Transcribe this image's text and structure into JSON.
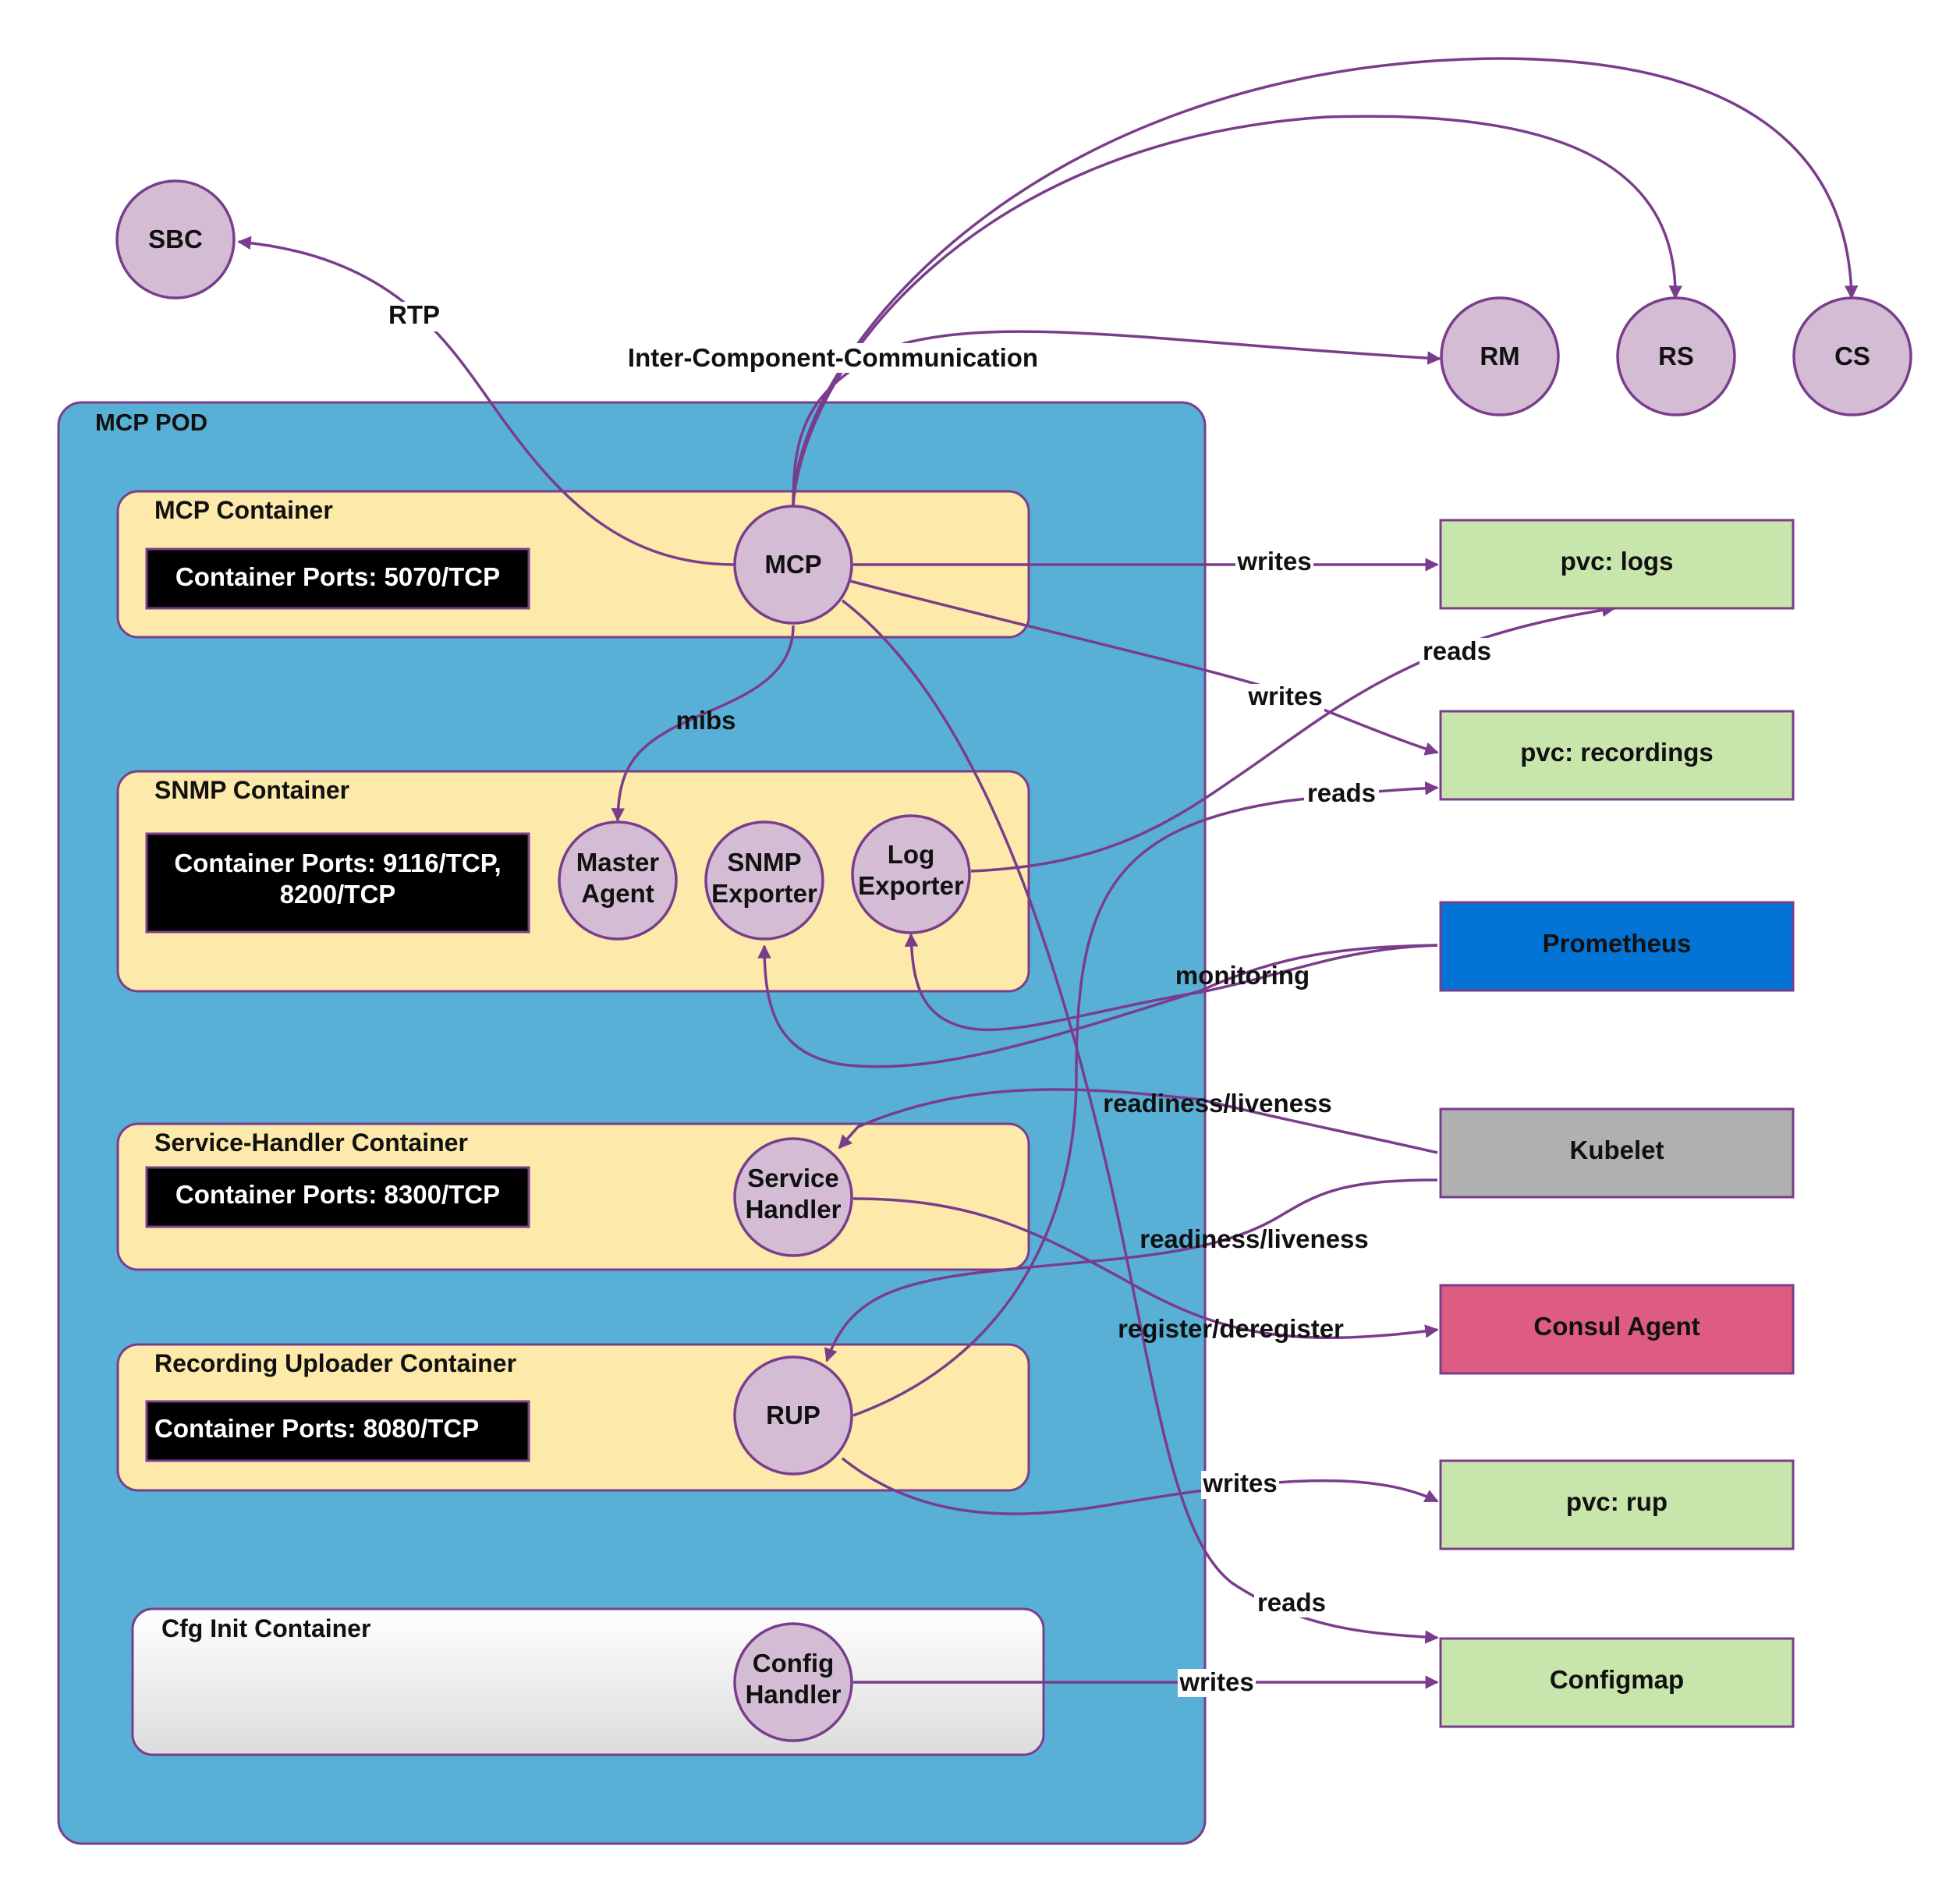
{
  "pod": {
    "title": "MCP POD"
  },
  "containers": {
    "mcp": {
      "title": "MCP Container",
      "ports": "Container Ports: 5070/TCP"
    },
    "snmp": {
      "title": "SNMP Container",
      "ports_line1": "Container Ports: 9116/TCP,",
      "ports_line2": "8200/TCP"
    },
    "service_handler": {
      "title": "Service-Handler Container",
      "ports": "Container Ports: 8300/TCP"
    },
    "rup": {
      "title": "Recording Uploader Container",
      "ports": "Container Ports: 8080/TCP"
    },
    "cfg_init": {
      "title": "Cfg Init Container"
    }
  },
  "nodes": {
    "sbc": "SBC",
    "rm": "RM",
    "rs": "RS",
    "cs": "CS",
    "mcp": "MCP",
    "master_agent_l1": "Master",
    "master_agent_l2": "Agent",
    "snmp_exporter_l1": "SNMP",
    "snmp_exporter_l2": "Exporter",
    "log_exporter_l1": "Log",
    "log_exporter_l2": "Exporter",
    "service_handler_l1": "Service",
    "service_handler_l2": "Handler",
    "rup": "RUP",
    "config_handler_l1": "Config",
    "config_handler_l2": "Handler"
  },
  "resources": {
    "pvc_logs": "pvc: logs",
    "pvc_recordings": "pvc: recordings",
    "prometheus": "Prometheus",
    "kubelet": "Kubelet",
    "consul_agent": "Consul Agent",
    "pvc_rup": "pvc: rup",
    "configmap": "Configmap"
  },
  "edge_labels": {
    "rtp": "RTP",
    "icc": "Inter-Component-Communication",
    "mcp_writes_logs": "writes",
    "mcp_writes_recordings": "writes",
    "log_reads_logs": "reads",
    "rup_reads_recordings": "reads",
    "mibs": "mibs",
    "monitoring": "monitoring",
    "readiness_sh": "readiness/liveness",
    "readiness_rup": "readiness/liveness",
    "register": "register/deregister",
    "rup_writes": "writes",
    "mcp_reads_configmap": "reads",
    "cfg_writes": "writes"
  },
  "colors": {
    "pod": "#59b0d6",
    "container": "#fde9a9",
    "node": "#d3bcd4",
    "edge": "#7a3d8c",
    "pvc": "#c8e6ac",
    "prometheus": "#0274d6",
    "kubelet": "#b0b0b0",
    "consul": "#de5b82"
  }
}
